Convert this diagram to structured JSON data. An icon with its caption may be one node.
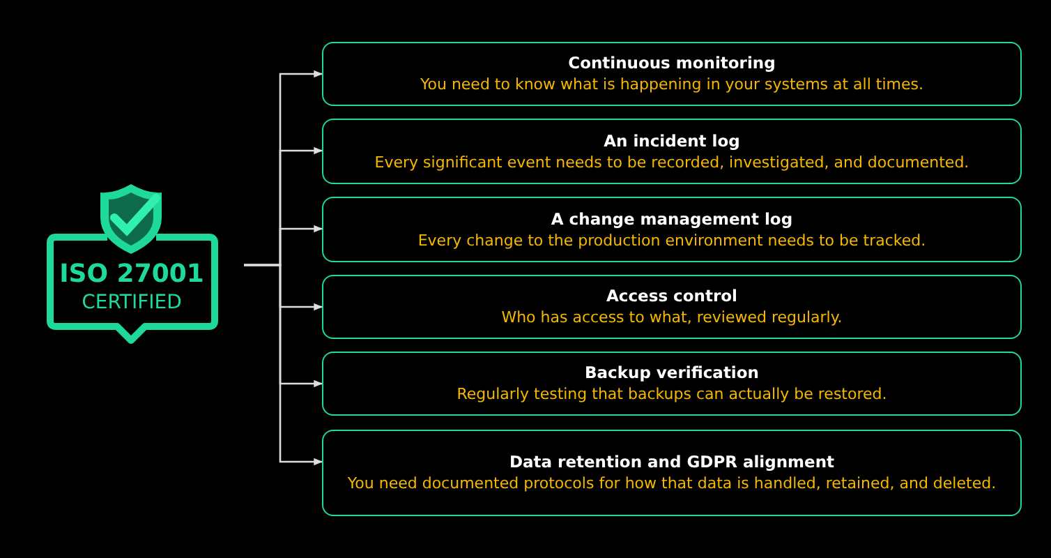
{
  "diagram": {
    "nodes": [
      {
        "text": [
          "ISO 27001",
          "CERTIFIED"
        ]
      },
      {
        "text": [
          "Continuous monitoring",
          "You need to know what is happening in your systems at all times."
        ]
      },
      {
        "text": [
          "An incident log",
          "Every significant event needs to be recorded, investigated, and documented."
        ]
      },
      {
        "text": [
          "A change management log",
          "Every change to the production environment needs to be tracked."
        ]
      },
      {
        "text": [
          "Access control",
          "Who has access to what, reviewed regularly."
        ]
      },
      {
        "text": [
          "Backup verification",
          "Regularly testing that backups can actually be restored."
        ]
      },
      {
        "text": [
          "Data retention and GDPR alignment",
          "You need documented protocols for how that data is handled, retained, and deleted."
        ]
      }
    ],
    "edges": [
      {
        "from": 0,
        "to": 1,
        "arrow": "to"
      },
      {
        "from": 0,
        "to": 2,
        "arrow": "to"
      },
      {
        "from": 0,
        "to": 3,
        "arrow": "to"
      },
      {
        "from": 0,
        "to": 4,
        "arrow": "to"
      },
      {
        "from": 0,
        "to": 5,
        "arrow": "to"
      },
      {
        "from": 0,
        "to": 6,
        "arrow": "to"
      }
    ]
  }
}
